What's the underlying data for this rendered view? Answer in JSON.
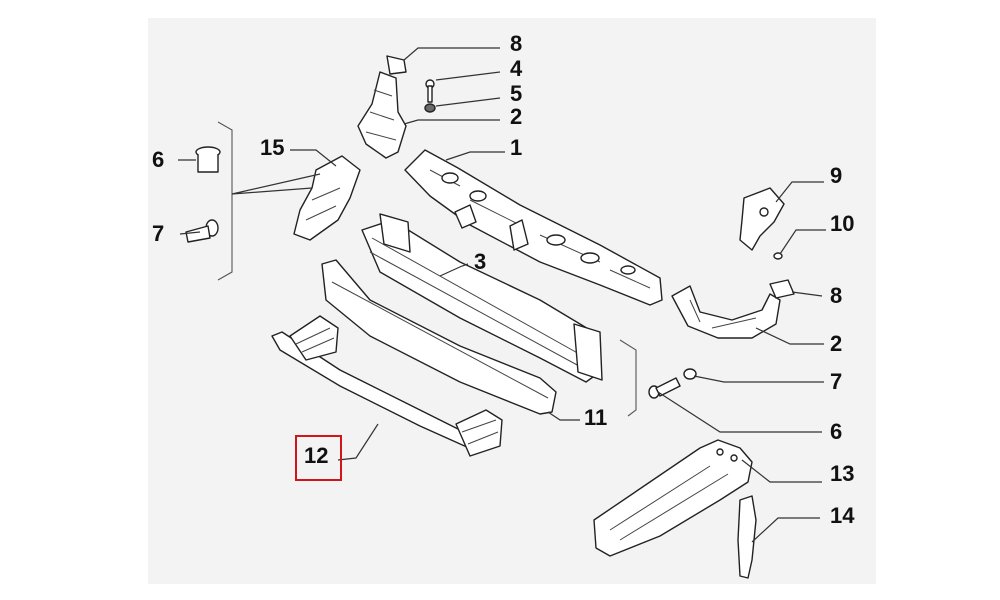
{
  "diagram": {
    "callouts": [
      {
        "id": "c8a",
        "label": "8"
      },
      {
        "id": "c4",
        "label": "4"
      },
      {
        "id": "c5",
        "label": "5"
      },
      {
        "id": "c2a",
        "label": "2"
      },
      {
        "id": "c1",
        "label": "1"
      },
      {
        "id": "c15",
        "label": "15"
      },
      {
        "id": "c6a",
        "label": "6"
      },
      {
        "id": "c7a",
        "label": "7"
      },
      {
        "id": "c9",
        "label": "9"
      },
      {
        "id": "c10",
        "label": "10"
      },
      {
        "id": "c3",
        "label": "3"
      },
      {
        "id": "c8b",
        "label": "8"
      },
      {
        "id": "c2b",
        "label": "2"
      },
      {
        "id": "c7b",
        "label": "7"
      },
      {
        "id": "c11",
        "label": "11"
      },
      {
        "id": "c6b",
        "label": "6"
      },
      {
        "id": "c12",
        "label": "12"
      },
      {
        "id": "c13",
        "label": "13"
      },
      {
        "id": "c14",
        "label": "14"
      }
    ],
    "highlight": {
      "label": "12",
      "color": "#d0161b"
    },
    "colors": {
      "panel": "#f3f3f3",
      "line": "#222222"
    }
  }
}
